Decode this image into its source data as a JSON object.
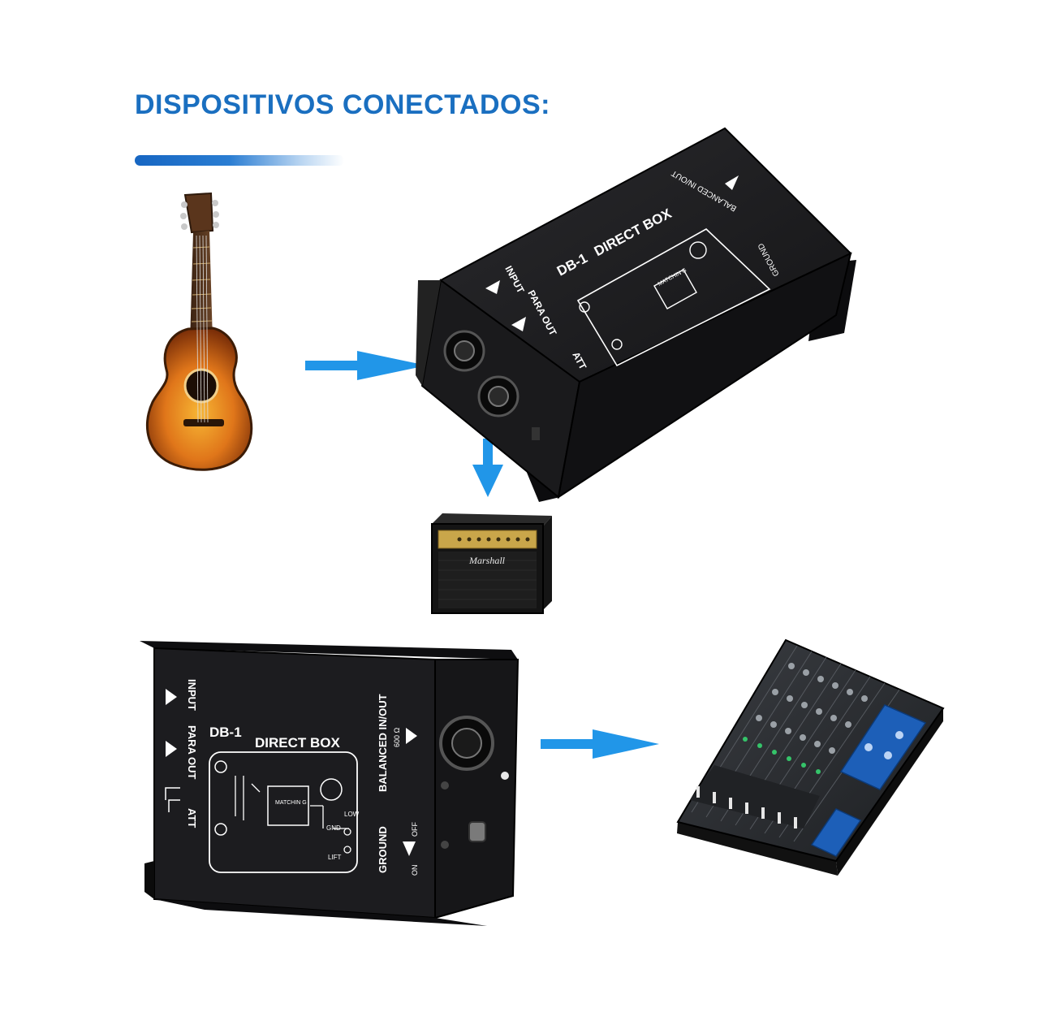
{
  "heading": "DISPOSITIVOS CONECTADOS:",
  "colors": {
    "accent": "#1a6fc0",
    "arrow": "#2196e8",
    "box": "#1c1c1e"
  },
  "top_box": {
    "model": "DB-1",
    "name": "DIRECT BOX",
    "input_label": "INPUT",
    "para_out_label": "PARA OUT",
    "att_label": "ATT",
    "balanced_label": "BALANCED IN/OUT",
    "ground_label": "GROUND",
    "matching_label": "MATCHIN G"
  },
  "bottom_box": {
    "model": "DB-1",
    "name": "DIRECT BOX",
    "input_label": "INPUT",
    "para_out_label": "PARA OUT",
    "att_label": "ATT",
    "balanced_label": "BALANCED IN/OUT",
    "ground_label": "GROUND",
    "matching_label": "MATCHIN G",
    "low_label": "LOW",
    "gnd_label": "GND",
    "lift_label": "LIFT",
    "impedance_label": "600 Ω",
    "on_label": "ON",
    "off_label": "OFF"
  },
  "amp_brand": "Marshall",
  "icons": [
    "guitar-icon",
    "arrow-right-icon",
    "arrow-down-icon",
    "amplifier-icon",
    "mixer-icon"
  ]
}
